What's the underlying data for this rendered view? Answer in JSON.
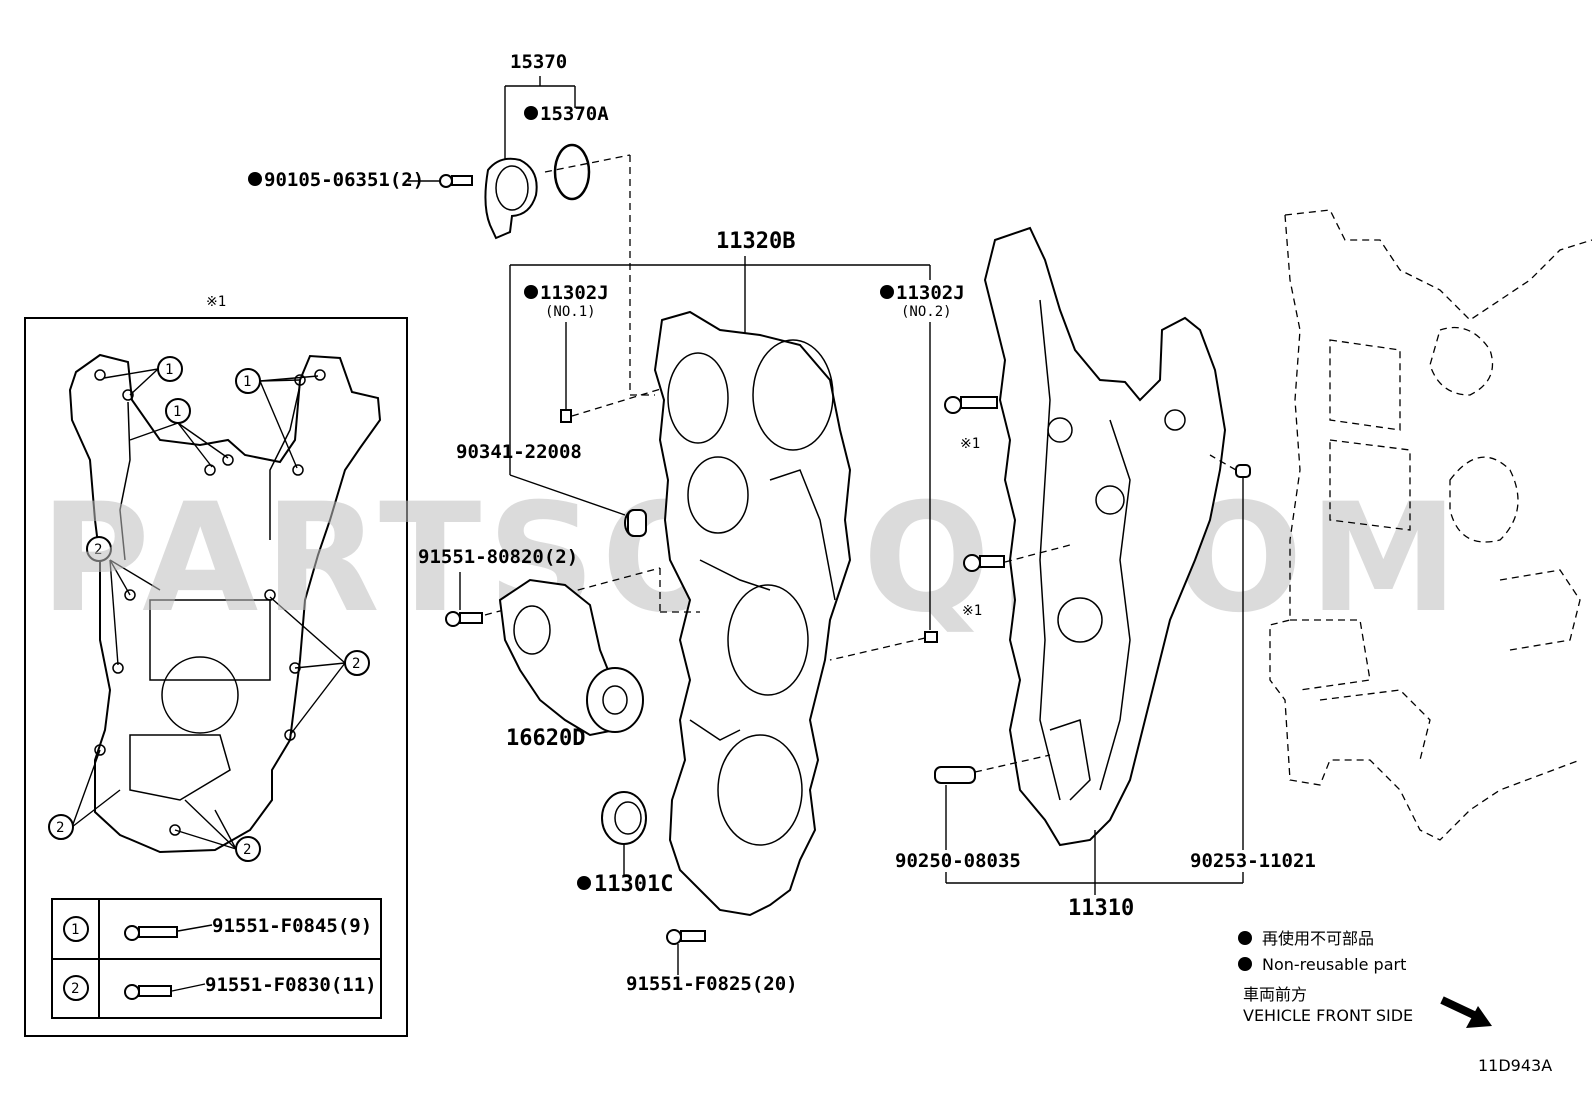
{
  "diagram": {
    "watermark": "PARTSOUQ.COM",
    "figure_code": "11D943A",
    "part_numbers": {
      "oil_cap_assy": "15370",
      "oil_cap_gasket": "15370A",
      "cap_bolt": "90105-06351(2)",
      "timing_cover_assy": "11320B",
      "gasket_no1": "11302J",
      "gasket_no1_note": "(NO.1)",
      "gasket_no2": "11302J",
      "gasket_no2_note": "(NO.2)",
      "plug": "90341-22008",
      "idler_bolt": "91551-80820(2)",
      "tensioner": "16620D",
      "oil_seal": "11301C",
      "cover_bolt": "91551-F0825(20)",
      "stud_bolt_note_a": "※1",
      "stud_bolt_note_b": "※1",
      "pin_a": "90250-08035",
      "pin_b": "90253-11021",
      "cylinder_block": "11310"
    },
    "inset": {
      "title": "※1",
      "callout_1": "1",
      "callout_2": "2",
      "table": [
        {
          "key": "1",
          "part": "91551-F0845(9)"
        },
        {
          "key": "2",
          "part": "91551-F0830(11)"
        }
      ]
    },
    "legend": {
      "jp": "再使用不可部品",
      "en": "Non-reusable part",
      "front_jp": "車両前方",
      "front_en": "VEHICLE FRONT SIDE"
    }
  }
}
